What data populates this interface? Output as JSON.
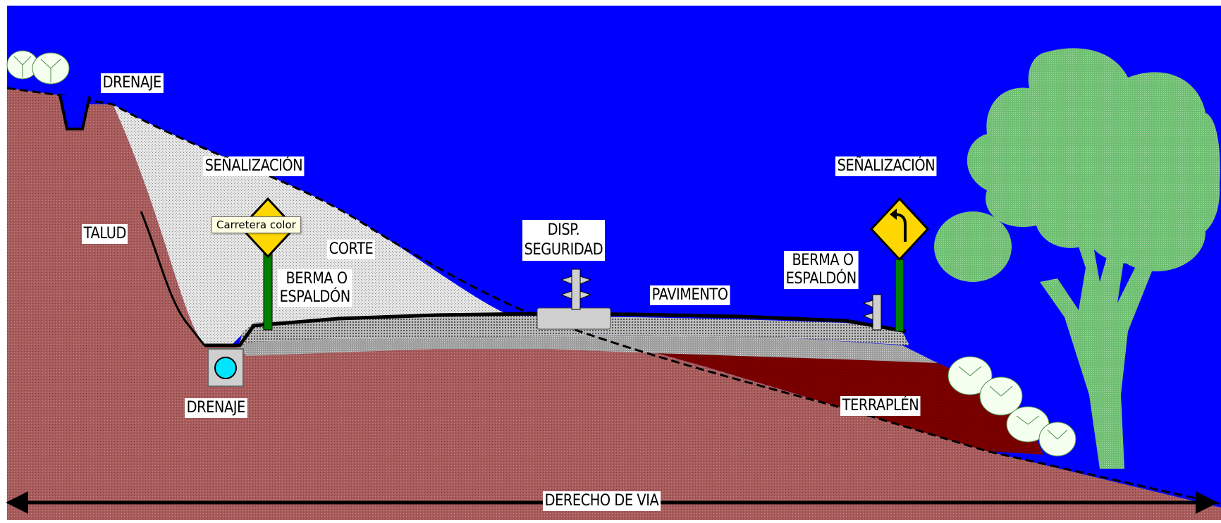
{
  "colors": {
    "sky": "#0000ff",
    "natural_ground": "#a85c5c",
    "cut_zone": "#d4d4d4",
    "embankment": "#7a0000",
    "base_layer": "#a0a0a0",
    "subbase_layer": "#c8c8c8",
    "pavement": "#000000",
    "sign_face": "#ffd700",
    "sign_post": "#008000",
    "drain_water": "#00e5ff",
    "tree": "#6fbf73",
    "background": "#ffffff"
  },
  "icons": {
    "warning_sign_left": "diamond-warning-sign-icon",
    "warning_sign_right": "curve-ahead-sign-icon",
    "tree": "tree-icon",
    "bush": "bush-icon",
    "guardrail": "guardrail-icon",
    "drain_pipe": "drain-pipe-icon",
    "right_of_way_arrow": "double-arrow-icon"
  },
  "labels": {
    "drenaje_top": "DRENAJE",
    "senalizacion_left": "SEÑALIZACIÓN",
    "talud": "TALUD",
    "corte": "CORTE",
    "berma_left_line1": "BERMA O",
    "berma_left_line2": "ESPALDÓN",
    "disp_line1": "DISP.",
    "disp_line2": "SEGURIDAD",
    "pavimento": "PAVIMENTO",
    "berma_right_line1": "BERMA O",
    "berma_right_line2": "ESPALDÓN",
    "senalizacion_right": "SEÑALIZACIÓN",
    "drenaje_bottom": "DRENAJE",
    "terraplen": "TERRAPLÉN",
    "derecho_de_via": "DERECHO DE VIA"
  },
  "tooltip": {
    "text": "Carretera color"
  }
}
